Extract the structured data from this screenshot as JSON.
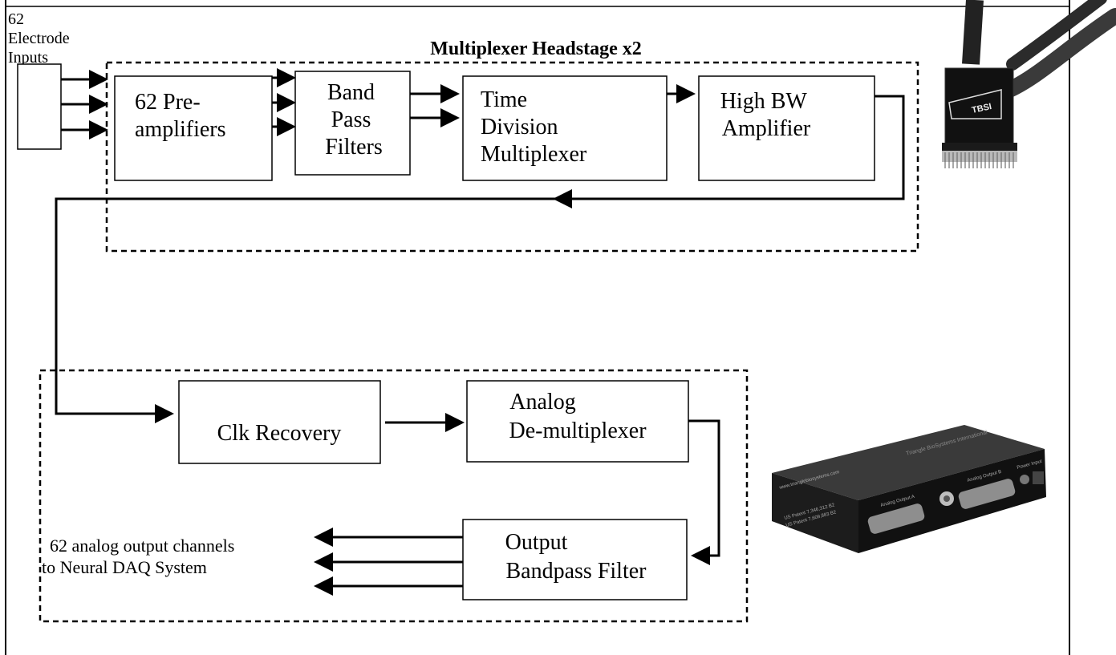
{
  "electrode_label": [
    "62",
    "Electrode",
    "Inputs"
  ],
  "headstage_title": "Multiplexer Headstage x2",
  "blocks": {
    "preamps": [
      "62 Pre-",
      "amplifiers"
    ],
    "bandpass": [
      "Band",
      "Pass",
      "Filters"
    ],
    "tdm": [
      "Time",
      "Division",
      "Multiplexer"
    ],
    "hbw": [
      "High BW",
      "Amplifier"
    ],
    "clk": [
      "Clk Recovery"
    ],
    "demux": [
      "Analog",
      "De-multiplexer"
    ],
    "outfilter": [
      "Output",
      "Bandpass Filter"
    ]
  },
  "output_label": [
    "62 analog output channels",
    "to Neural DAQ System"
  ],
  "headstage_photo": {
    "logo": "TBSI"
  },
  "receiver_photo": {
    "brand": "Triangle BioSystems International",
    "url": "www.trianglebiosystems.com",
    "port_a": "Analog Output A",
    "port_b": "Analog Output B",
    "power": "Power Input",
    "patents": [
      "US Patent 7,346,312 B2",
      "US Patent 7,609,883 B2"
    ]
  },
  "colors": {
    "line": "#000000",
    "device_body": "#1a1a1a",
    "connector_metal": "#9a9a9a"
  }
}
